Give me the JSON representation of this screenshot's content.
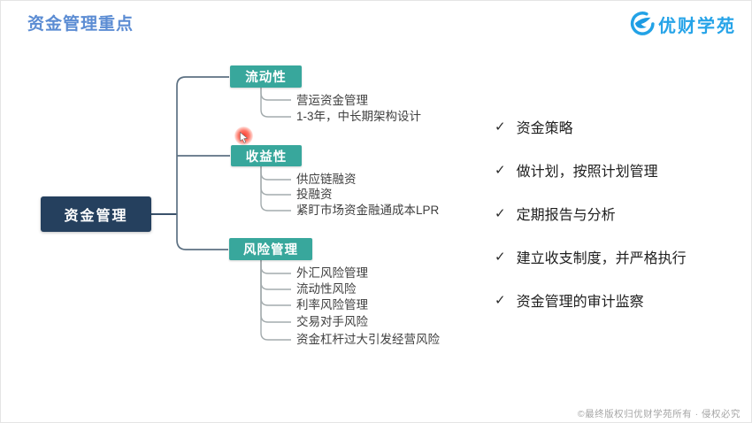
{
  "slide": {
    "title": "资金管理重点",
    "footer": "©最终版权归优财学苑所有 · 侵权必究"
  },
  "brand": {
    "name": "优财学苑"
  },
  "mindmap": {
    "root": {
      "label": "资金管理"
    },
    "branches": [
      {
        "label": "流动性",
        "children": [
          "营运资金管理",
          "1-3年，中长期架构设计"
        ]
      },
      {
        "label": "收益性",
        "children": [
          "供应链融资",
          "投融资",
          "紧盯市场资金融通成本LPR"
        ]
      },
      {
        "label": "风险管理",
        "children": [
          "外汇风险管理",
          "流动性风险",
          "利率风险管理",
          "交易对手风险",
          "资金杠杆过大引发经营风险"
        ]
      }
    ]
  },
  "checklist": {
    "marker": "✓",
    "items": [
      "资金策略",
      "做计划，按照计划管理",
      "定期报告与分析",
      "建立收支制度，并严格执行",
      "资金管理的审计监察"
    ]
  },
  "colors": {
    "title_blue": "#5B8CD3",
    "brand_blue": "#25A3E8",
    "node_teal": "#38A79C",
    "root_navy": "#25405E",
    "cursor_red": "#E23B2E",
    "main_line": "#5d7183",
    "sub_line": "#a3abad"
  }
}
